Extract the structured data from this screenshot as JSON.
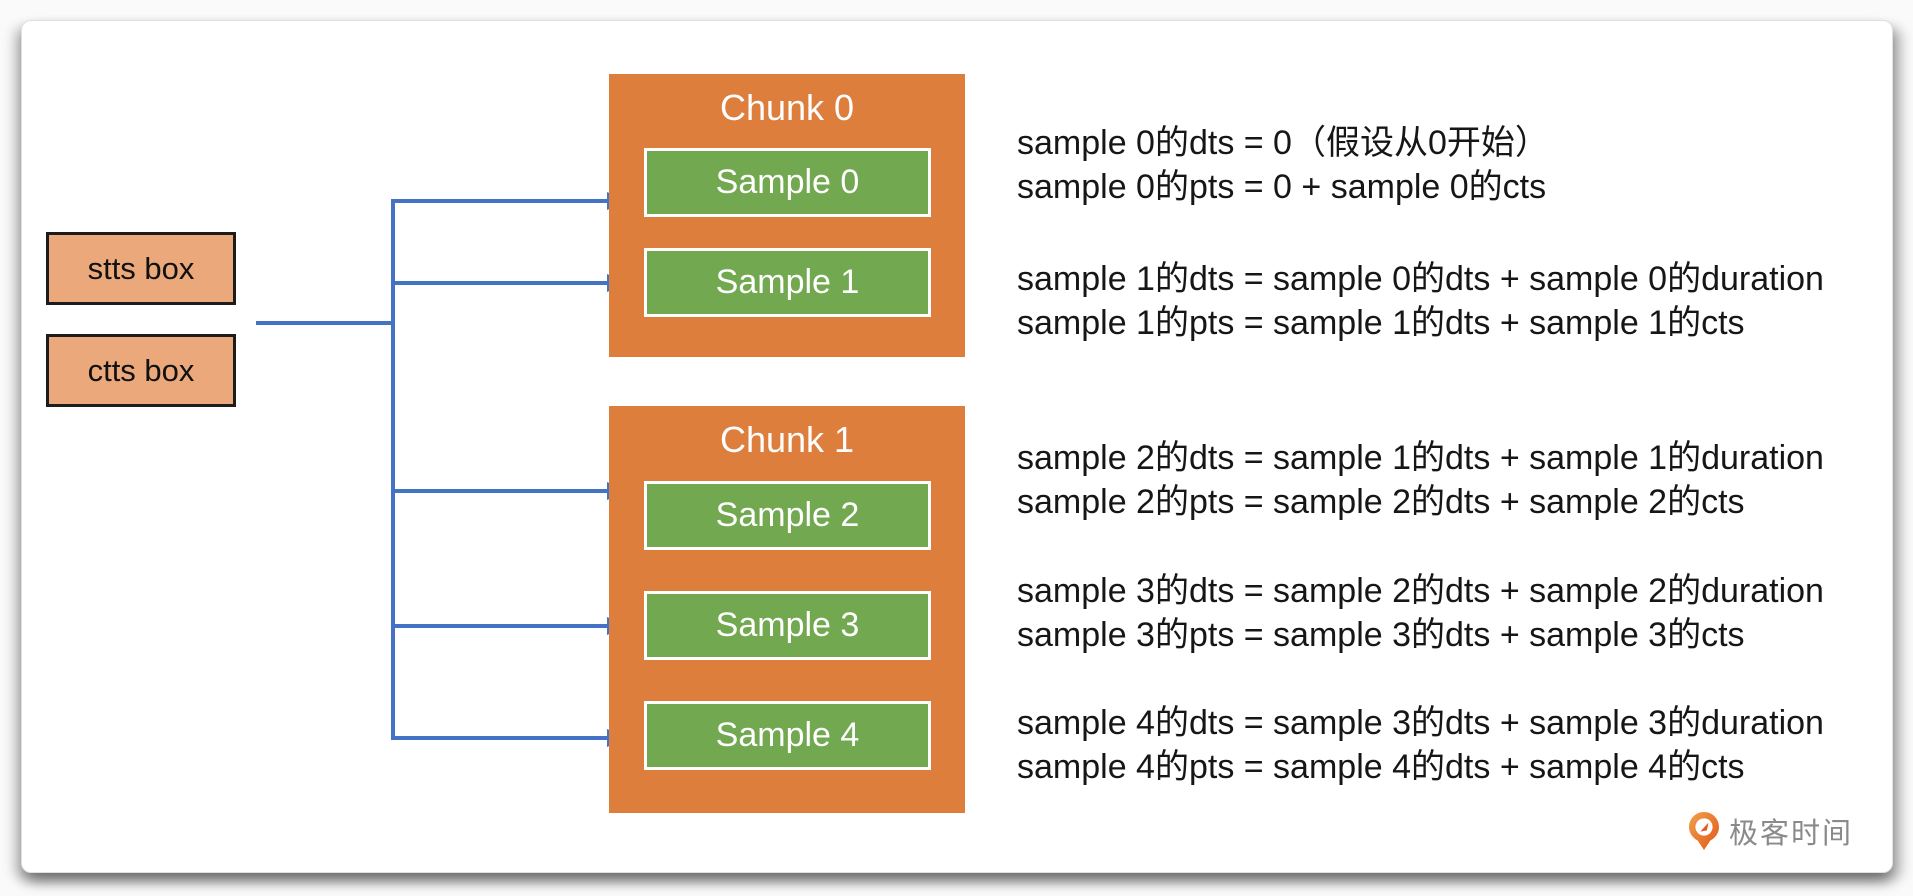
{
  "colors": {
    "chunk_orange": "#DE7E3C",
    "sample_green": "#72A84F",
    "box_tan": "#EBA87A",
    "connector_blue": "#4472C4",
    "formula_text": "#161616",
    "label_white": "#FFFFFF",
    "logo_gray": "#8A8A8A",
    "card_background": "#FFFFFF",
    "logo_orange": "#E2571A"
  },
  "left_boxes": [
    {
      "label": "stts box"
    },
    {
      "label": "ctts box"
    }
  ],
  "chunks": [
    {
      "title": "Chunk 0",
      "samples": [
        "Sample 0",
        "Sample 1"
      ]
    },
    {
      "title": "Chunk 1",
      "samples": [
        "Sample 2",
        "Sample 3",
        "Sample 4"
      ]
    }
  ],
  "formulas": [
    {
      "lines": [
        "sample 0的dts = 0（假设从0开始）",
        "sample 0的pts = 0 + sample 0的cts"
      ]
    },
    {
      "lines": [
        "sample 1的dts = sample 0的dts + sample 0的duration",
        "sample 1的pts = sample 1的dts + sample 1的cts"
      ]
    },
    {
      "lines": [
        "sample 2的dts = sample 1的dts + sample 1的duration",
        "sample 2的pts = sample 2的dts + sample 2的cts"
      ]
    },
    {
      "lines": [
        "sample 3的dts = sample 2的dts + sample 2的duration",
        "sample 3的pts = sample 3的dts + sample 3的cts"
      ]
    },
    {
      "lines": [
        "sample 4的dts = sample 3的dts + sample 3的duration",
        "sample 4的pts = sample 4的dts + sample 4的cts"
      ]
    }
  ],
  "logo": {
    "text": "极客时间"
  }
}
